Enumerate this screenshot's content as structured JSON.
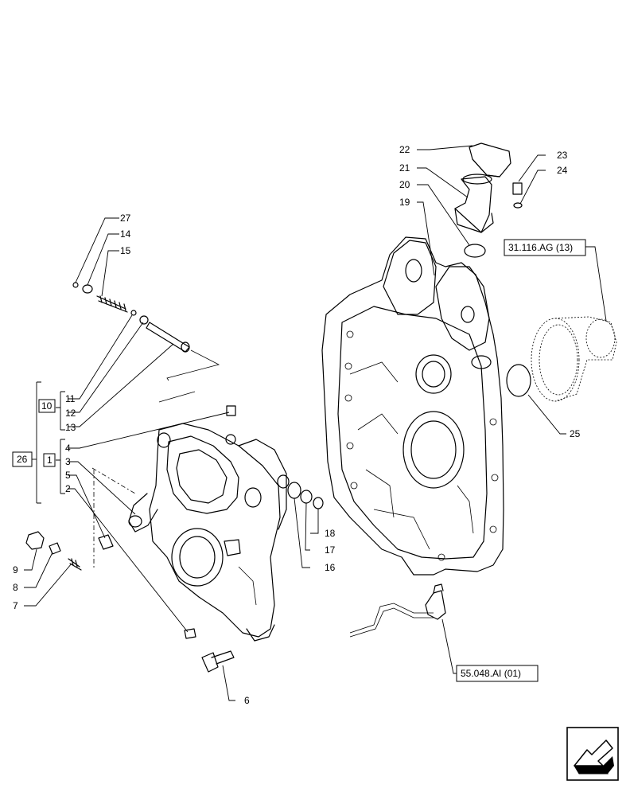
{
  "callouts": [
    "1",
    "2",
    "3",
    "4",
    "5",
    "6",
    "7",
    "8",
    "9",
    "10",
    "11",
    "12",
    "13",
    "14",
    "15",
    "16",
    "17",
    "18",
    "19",
    "20",
    "21",
    "22",
    "23",
    "24",
    "25",
    "26",
    "27"
  ],
  "refs": {
    "ref_top": "31.116.AG (13)",
    "ref_bottom": "55.048.AI (01)"
  },
  "icons": {
    "nav": "next-page-arrow-icon"
  }
}
